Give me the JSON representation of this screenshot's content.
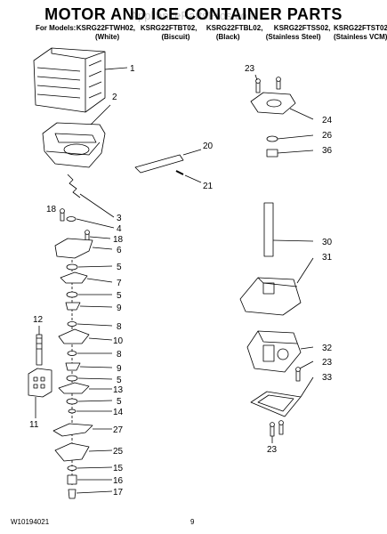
{
  "title": "MOTOR AND ICE CONTAINER PARTS",
  "watermark": "AppliancePartsPros.com",
  "models": {
    "prefix": "For Models:",
    "list": [
      "KSRG22FTWH02,",
      "KSRG22FTBT02,",
      "KSRG22FTBL02,",
      "KSRG22FTSS02,",
      "KSRG22FTST02"
    ],
    "colors": [
      "(White)",
      "(Biscuit)",
      "(Black)",
      "(Stainless Steel)",
      "(Stainless VCM)"
    ]
  },
  "callouts": {
    "p1": "1",
    "p2": "2",
    "p3": "3",
    "p4": "4",
    "p18a": "18",
    "p18b": "18",
    "p6": "6",
    "p5a": "5",
    "p7": "7",
    "p5b": "5",
    "p9a": "9",
    "p8a": "8",
    "p10": "10",
    "p8b": "8",
    "p9b": "9",
    "p5c": "5",
    "p13": "13",
    "p5d": "5",
    "p14": "14",
    "p27": "27",
    "p25": "25",
    "p15": "15",
    "p16": "16",
    "p17": "17",
    "p12": "12",
    "p11": "11",
    "p20": "20",
    "p21": "21",
    "p23a": "23",
    "p24": "24",
    "p26": "26",
    "p36": "36",
    "p30": "30",
    "p31": "31",
    "p32": "32",
    "p23b": "23",
    "p33": "33",
    "p23c": "23"
  },
  "footer": {
    "doc_number": "W10194021",
    "page_number": "9"
  }
}
